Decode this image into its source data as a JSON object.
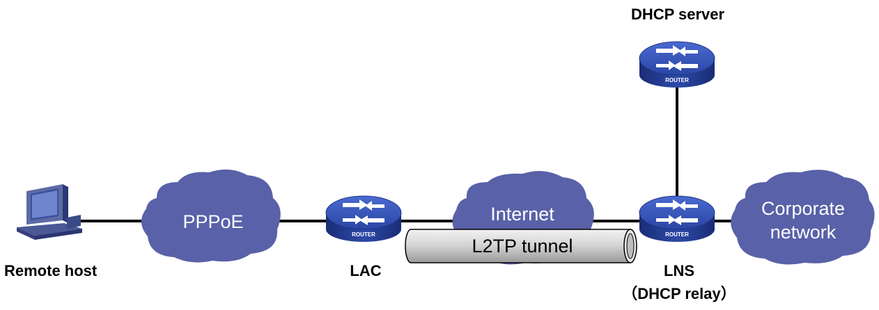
{
  "nodes": {
    "remote_host": {
      "label": "Remote host"
    },
    "pppoe": {
      "label": "PPPoE"
    },
    "lac": {
      "label": "LAC",
      "badge": "ROUTER"
    },
    "internet": {
      "label": "Internet"
    },
    "dhcp_server": {
      "label": "DHCP server",
      "badge": "ROUTER"
    },
    "lns": {
      "label": "LNS",
      "sublabel": "（DHCP relay）",
      "badge": "ROUTER"
    },
    "corporate": {
      "label_line1": "Corporate",
      "label_line2": "network"
    }
  },
  "tunnel": {
    "label": "L2TP tunnel"
  },
  "colors": {
    "cloud": "#5961a8",
    "router_top": "#2f4fb3",
    "router_side": "#1b2f7a",
    "tunnel": "#d0d0d0",
    "line": "#000000"
  }
}
